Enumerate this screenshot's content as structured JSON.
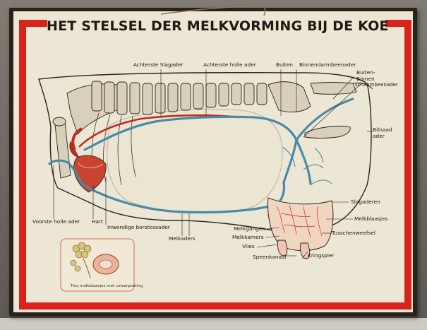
{
  "title": "HET STELSEL DER MELKVORMING BIJ DE KOE",
  "labels": {
    "achterste_slagader": "Achterste Slagader",
    "achterste_holle_ader": "Achterste holle ader",
    "buiten": "Buiten",
    "binnendarmbeenader": "Binnendarmbeenader",
    "buiten2": "Buiten-",
    "binnen": "Binnen",
    "schaambeenader": "schaambeenader",
    "bilnaad": "Bilnaad",
    "ader": "ader",
    "slagaderen": "Slagaderen",
    "melkblaasjes": "Melkblaasjes",
    "tusschenweefsel": "Tusschenweefsel",
    "melkgangen": "Melkgangen",
    "melkkamers": "Melkkamers",
    "vlies": "Vlies",
    "kringspier": "Kringspier",
    "speenkanaal": "Speenkanaal",
    "voorste_holle_ader": "Voorste holle ader",
    "hart": "Hart",
    "inwendige_borstkasader": "Inwendige borstkasader",
    "melkaders": "Melkaders"
  },
  "inset_caption": "Tros melkblaasjes met celverpooting",
  "colors": {
    "frame_red": "#d8231b",
    "vein_blue": "#4a8aa6",
    "artery_red": "#c42a1e",
    "bone": "#d8d0ba",
    "outline": "#2a231d",
    "paper": "#ece7d4"
  }
}
